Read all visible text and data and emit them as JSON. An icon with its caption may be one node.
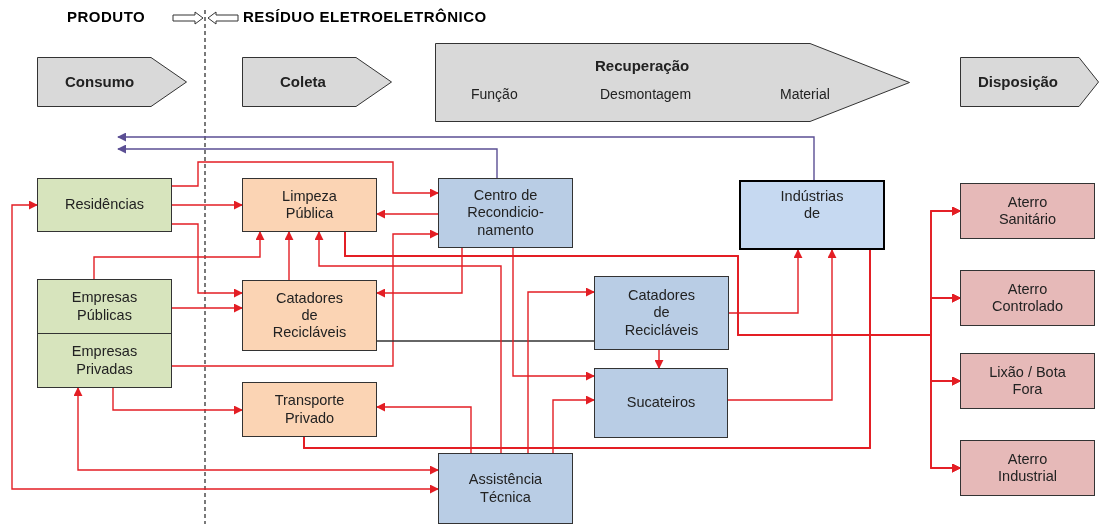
{
  "diagram": {
    "nodes": [
      {
        "text": [
          "Consumo"
        ]
      },
      {
        "text": [
          "Coleta"
        ]
      },
      {
        "text": [
          "Recuperação",
          "Função",
          "Desmontagem",
          "Material"
        ]
      },
      {
        "text": [
          "Disposição"
        ]
      },
      {
        "text": [
          "Residências"
        ]
      },
      {
        "text": [
          "Empresas Públicas"
        ]
      },
      {
        "text": [
          "Empresas Privadas"
        ]
      },
      {
        "text": [
          "Limpeza Pública"
        ]
      },
      {
        "text": [
          "Catadores de Recicláveis"
        ]
      },
      {
        "text": [
          "Transporte Privado"
        ]
      },
      {
        "text": [
          "Centro de Recondicio- namento"
        ]
      },
      {
        "text": [
          "Indústrias de"
        ]
      },
      {
        "text": [
          "Catadores de Recicláveis"
        ]
      },
      {
        "text": [
          "Sucateiros"
        ]
      },
      {
        "text": [
          "Assistência Técnica"
        ]
      },
      {
        "text": [
          "Aterro Sanitário"
        ]
      },
      {
        "text": [
          "Aterro Controlado"
        ]
      },
      {
        "text": [
          "Lixão / Bota Fora"
        ]
      },
      {
        "text": [
          "Aterro Industrial"
        ]
      }
    ],
    "edges": [
      {
        "from": 10,
        "to": null,
        "arrow": "to",
        "color": "#5b4f94"
      },
      {
        "from": 11,
        "to": null,
        "arrow": "to",
        "color": "#5b4f94"
      },
      {
        "from": 4,
        "to": 10,
        "arrow": "to"
      },
      {
        "from": 4,
        "to": 7,
        "arrow": "to"
      },
      {
        "from": 4,
        "to": 8,
        "arrow": "to"
      },
      {
        "from": 5,
        "to": 7,
        "arrow": "to"
      },
      {
        "from": 5,
        "to": 8,
        "arrow": "to"
      },
      {
        "from": 6,
        "to": 10,
        "arrow": "to"
      },
      {
        "from": 6,
        "to": 9,
        "arrow": "to"
      },
      {
        "from": 6,
        "to": 14,
        "arrow": "both"
      },
      {
        "from": 4,
        "to": 14,
        "arrow": "both"
      },
      {
        "from": 8,
        "to": 7,
        "arrow": "to"
      },
      {
        "from": 10,
        "to": 7,
        "arrow": "to"
      },
      {
        "from": 10,
        "to": 8,
        "arrow": "to"
      },
      {
        "from": 8,
        "to": 12,
        "arrow": "none",
        "color": "#333333"
      },
      {
        "from": 10,
        "to": 13,
        "arrow": "to"
      },
      {
        "from": 14,
        "to": 7,
        "arrow": "to"
      },
      {
        "from": 14,
        "to": 12,
        "arrow": "to"
      },
      {
        "from": 14,
        "to": 13,
        "arrow": "to"
      },
      {
        "from": 14,
        "to": 9,
        "arrow": "to"
      },
      {
        "from": 12,
        "to": 13,
        "arrow": "to"
      },
      {
        "from": 12,
        "to": 11,
        "arrow": "to"
      },
      {
        "from": 13,
        "to": 11,
        "arrow": "to"
      },
      {
        "from": 7,
        "to": 15,
        "arrow": "to"
      },
      {
        "from": 7,
        "to": 16,
        "arrow": "to"
      },
      {
        "from": 7,
        "to": 17,
        "arrow": "to"
      },
      {
        "from": 7,
        "to": 18,
        "arrow": "to"
      },
      {
        "from": 9,
        "to": 15,
        "arrow": "to"
      },
      {
        "from": 9,
        "to": 16,
        "arrow": "to"
      },
      {
        "from": 9,
        "to": 17,
        "arrow": "to"
      },
      {
        "from": 9,
        "to": 18,
        "arrow": "to"
      },
      {
        "from": 11,
        "to": 15,
        "arrow": "to"
      },
      {
        "from": 11,
        "to": 16,
        "arrow": "to"
      },
      {
        "from": 11,
        "to": 17,
        "arrow": "to"
      },
      {
        "from": 11,
        "to": 18,
        "arrow": "to"
      }
    ],
    "labels": [
      "PRODUTO",
      "RESÍDUO ELETROELETRÔNICO"
    ]
  }
}
